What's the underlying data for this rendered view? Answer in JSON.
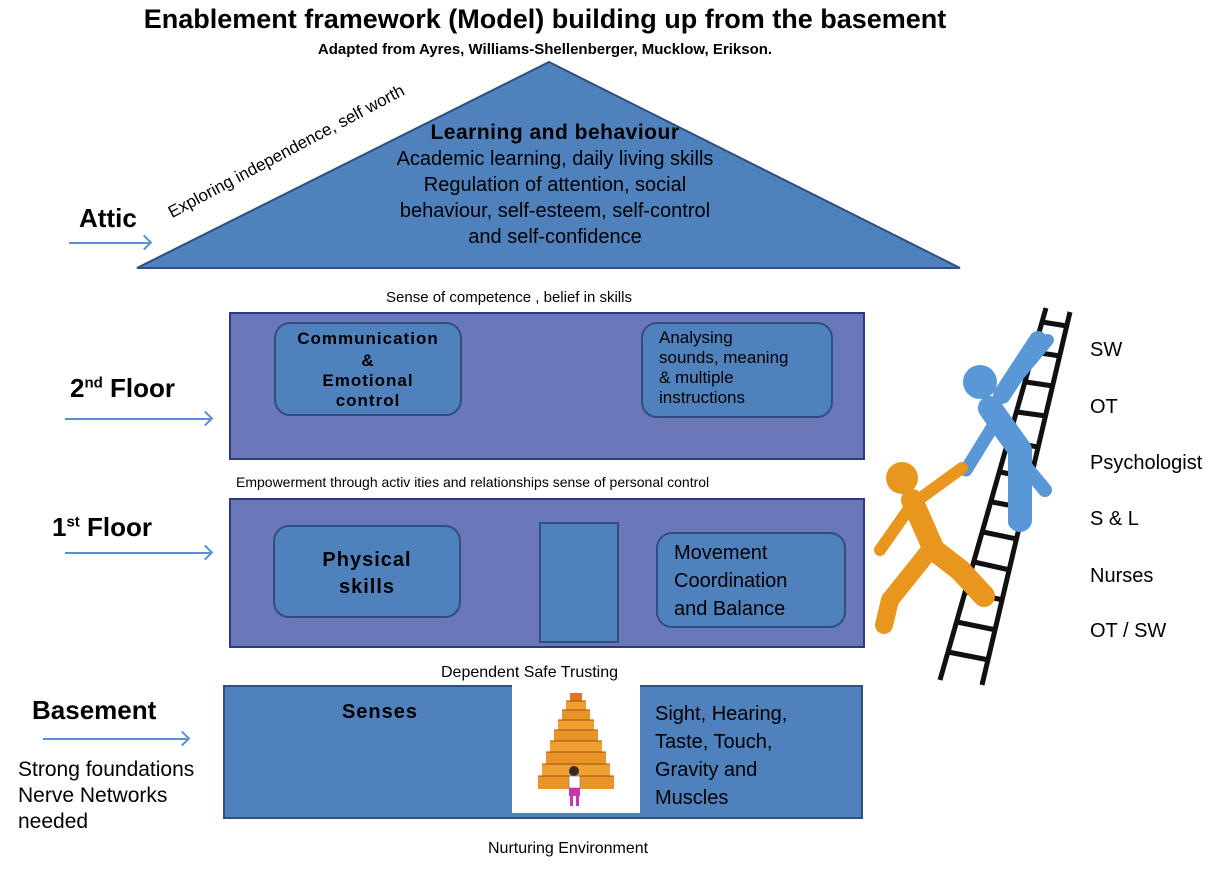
{
  "title": "Enablement framework (Model) building up from the basement",
  "subtitle": "Adapted from Ayres, Williams-Shellenberger, Mucklow, Erikson.",
  "attic": {
    "label": "Attic",
    "diagonal_text": "Exploring independence, self worth",
    "heading": "Learning and behaviour",
    "lines": [
      "Academic learning, daily living skills",
      "Regulation of attention, social",
      "behaviour, self-esteem, self-control",
      "and self-confidence"
    ]
  },
  "caption_attic_2nd": "Sense of competence , belief in skills",
  "second_floor": {
    "label_main": "2",
    "label_sup": "nd",
    "label_rest": " Floor",
    "box_left": [
      "Communication",
      "&",
      "Emotional",
      "control"
    ],
    "box_right": [
      "Analysing",
      "sounds, meaning",
      "& multiple",
      "instructions"
    ]
  },
  "caption_2nd_1st": "Empowerment through activ ities and relationships sense of personal control",
  "first_floor": {
    "label_main": "1",
    "label_sup": "st",
    "label_rest": " Floor",
    "box_left": [
      "Physical",
      "skills"
    ],
    "box_right": [
      "Movement",
      "Coordination",
      "and Balance"
    ]
  },
  "caption_1st_basement": "Dependent Safe Trusting",
  "basement": {
    "label": "Basement",
    "box_left": "Senses",
    "box_right": [
      "Sight, Hearing,",
      "Taste, Touch,",
      "Gravity and",
      "Muscles"
    ],
    "notes": [
      "Strong foundations",
      "Nerve Networks",
      "needed"
    ]
  },
  "caption_bottom": "Nurturing Environment",
  "professionals": [
    "SW",
    "OT",
    "Psychologist",
    "S & L",
    "Nurses",
    "OT / SW"
  ],
  "colors": {
    "roof": "#4f81bd",
    "floor": "#6a77b8",
    "box": "#4f81bd",
    "figure_blue": "#5a97d6",
    "figure_orange": "#e8961e",
    "stairs": "#f0a030",
    "arrow": "#5b8fd0"
  }
}
